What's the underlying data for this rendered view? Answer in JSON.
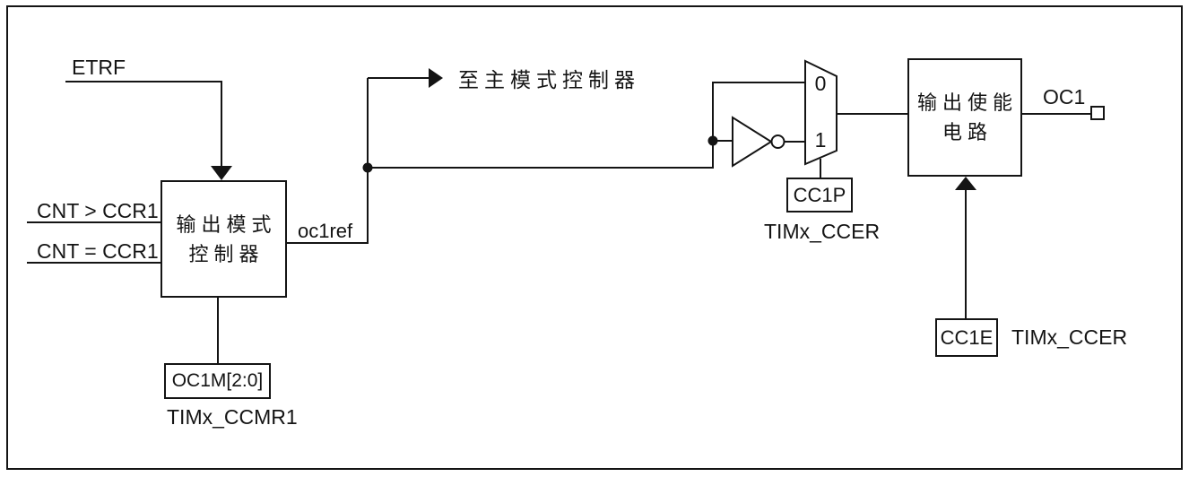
{
  "colors": {
    "ink": "#141414",
    "background": "#ffffff"
  },
  "signals": {
    "etrf": "ETRF",
    "cnt_gt": "CNT > CCR1",
    "cnt_eq": "CNT = CCR1",
    "oc1ref": "oc1ref",
    "to_master": "至主模式控制器",
    "oc1": "OC1"
  },
  "mux": {
    "input0": "0",
    "input1": "1"
  },
  "blocks": {
    "mode_controller": {
      "line1": "输出模式",
      "line2": "控制器"
    },
    "enable_circuit": {
      "line1": "输出使能",
      "line2": "电路"
    }
  },
  "registers": {
    "oc1m": {
      "field": "OC1M[2:0]",
      "register": "TIMx_CCMR1"
    },
    "cc1p": {
      "field": "CC1P",
      "register": "TIMx_CCER"
    },
    "cc1e": {
      "field": "CC1E",
      "register": "TIMx_CCER"
    }
  }
}
